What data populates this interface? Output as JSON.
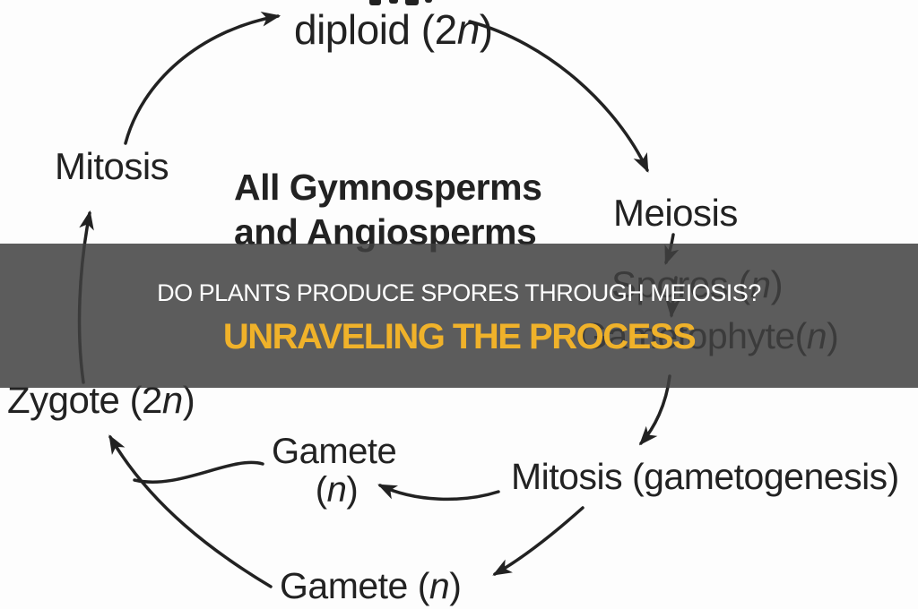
{
  "banner": {
    "title_line1": "DO PLANTS PRODUCE SPORES THROUGH MEIOSIS?",
    "title_line2": "UNRAVELING THE PROCESS",
    "background_color": "rgba(64,64,64,0.85)",
    "title_color": "#ffffff",
    "subtitle_color": "#f0b22a"
  },
  "diagram": {
    "ink_color": "#222222",
    "center_label": {
      "line1": "All Gymnosperms",
      "line2": "and Angiosperms"
    },
    "stages": {
      "diploid": {
        "pre": "diploid (2",
        "italic": "n",
        "post": ")"
      },
      "mitosis_top": "Mitosis",
      "meiosis": "Meiosis",
      "spores": {
        "pre": "Spores (",
        "italic": "n",
        "post": ")"
      },
      "gametophyte": {
        "pre": "Gametophyte(",
        "italic": "n",
        "post": ")"
      },
      "zygote": {
        "pre": "Zygote (2",
        "italic": "n",
        "post": ")"
      },
      "gamete_mid": {
        "line1": "Gamete",
        "pre": "(",
        "italic": "n",
        "post": ")"
      },
      "mitosis_gametogenesis": "Mitosis (gametogenesis)",
      "gamete_bottom": {
        "pre": "Gamete (",
        "italic": "n",
        "post": ")"
      }
    }
  }
}
